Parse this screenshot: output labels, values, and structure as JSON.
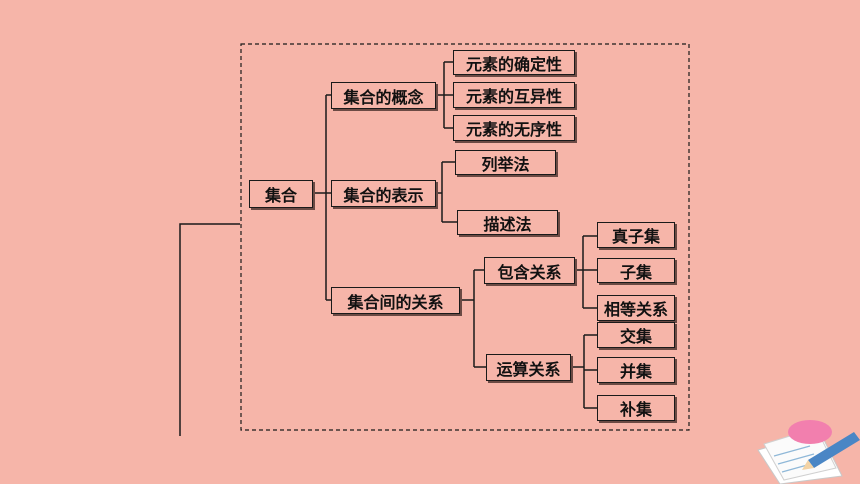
{
  "diagram": {
    "root": "集合",
    "concept": {
      "label": "集合的概念",
      "items": [
        "元素的确定性",
        "元素的互异性",
        "元素的无序性"
      ]
    },
    "representation": {
      "label": "集合的表示",
      "items": [
        "列举法",
        "描述法"
      ]
    },
    "relations": {
      "label": "集合间的关系",
      "inclusion": {
        "label": "包含关系",
        "items": [
          "真子集",
          "子集",
          "相等关系"
        ]
      },
      "operations": {
        "label": "运算关系",
        "items": [
          "交集",
          "并集",
          "补集"
        ]
      }
    }
  }
}
